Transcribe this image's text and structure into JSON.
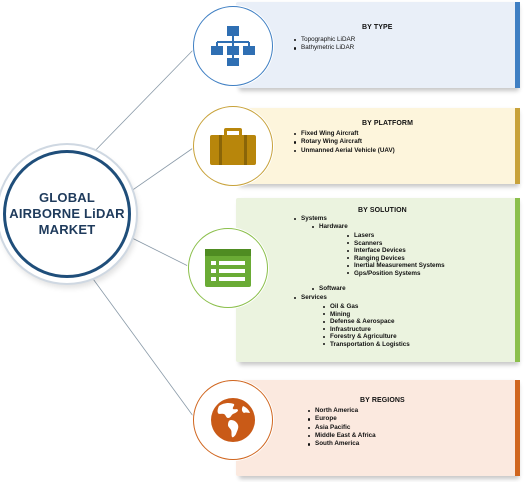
{
  "hub": {
    "title": "GLOBAL\nAIRBORNE LiDAR\nMARKET"
  },
  "colors": {
    "hub_border": "#1f4e7a",
    "type": {
      "panel": "#e9eff8",
      "accent": "#3f7fc3",
      "icon": "#2f6fb3"
    },
    "platform": {
      "panel": "#fdf5dc",
      "accent": "#c8a23a",
      "icon": "#b8860b"
    },
    "solution": {
      "panel": "#ebf3df",
      "accent": "#8bbf4b",
      "icon": "#6aab35"
    },
    "regions": {
      "panel": "#fbe9df",
      "accent": "#d0661f",
      "icon": "#c95a17"
    }
  },
  "icons": {
    "type": "org-chart-icon",
    "platform": "briefcase-icon",
    "solution": "list-window-icon",
    "regions": "globe-icon"
  },
  "segments": {
    "type": {
      "title": "BY TYPE",
      "items": [
        "Topographic LiDAR",
        "Bathymetric LiDAR"
      ]
    },
    "platform": {
      "title": "BY PLATFORM",
      "items": [
        "Fixed Wing Aircraft",
        "Rotary Wing Aircraft",
        "Unmanned Aerial Vehicle (UAV)"
      ]
    },
    "solution": {
      "title": "BY SOLUTION",
      "systems": {
        "label": "Systems",
        "hardware": {
          "label": "Hardware",
          "items": [
            "Lasers",
            "Scanners",
            "Interface Devices",
            "Ranging Devices",
            "Inertial Measurement Systems",
            "Gps/Position Systems"
          ]
        },
        "software": "Software"
      },
      "services": {
        "label": "Services",
        "items": [
          "Oil & Gas",
          "Mining",
          "Defense & Aerospace",
          "Infrastructure",
          "Forestry & Agriculture",
          "Transportation & Logistics"
        ]
      }
    },
    "regions": {
      "title": "BY REGIONS",
      "items": [
        "North America",
        "Europe",
        "Asia Pacific",
        "Middle East & Africa",
        "South America"
      ]
    }
  }
}
